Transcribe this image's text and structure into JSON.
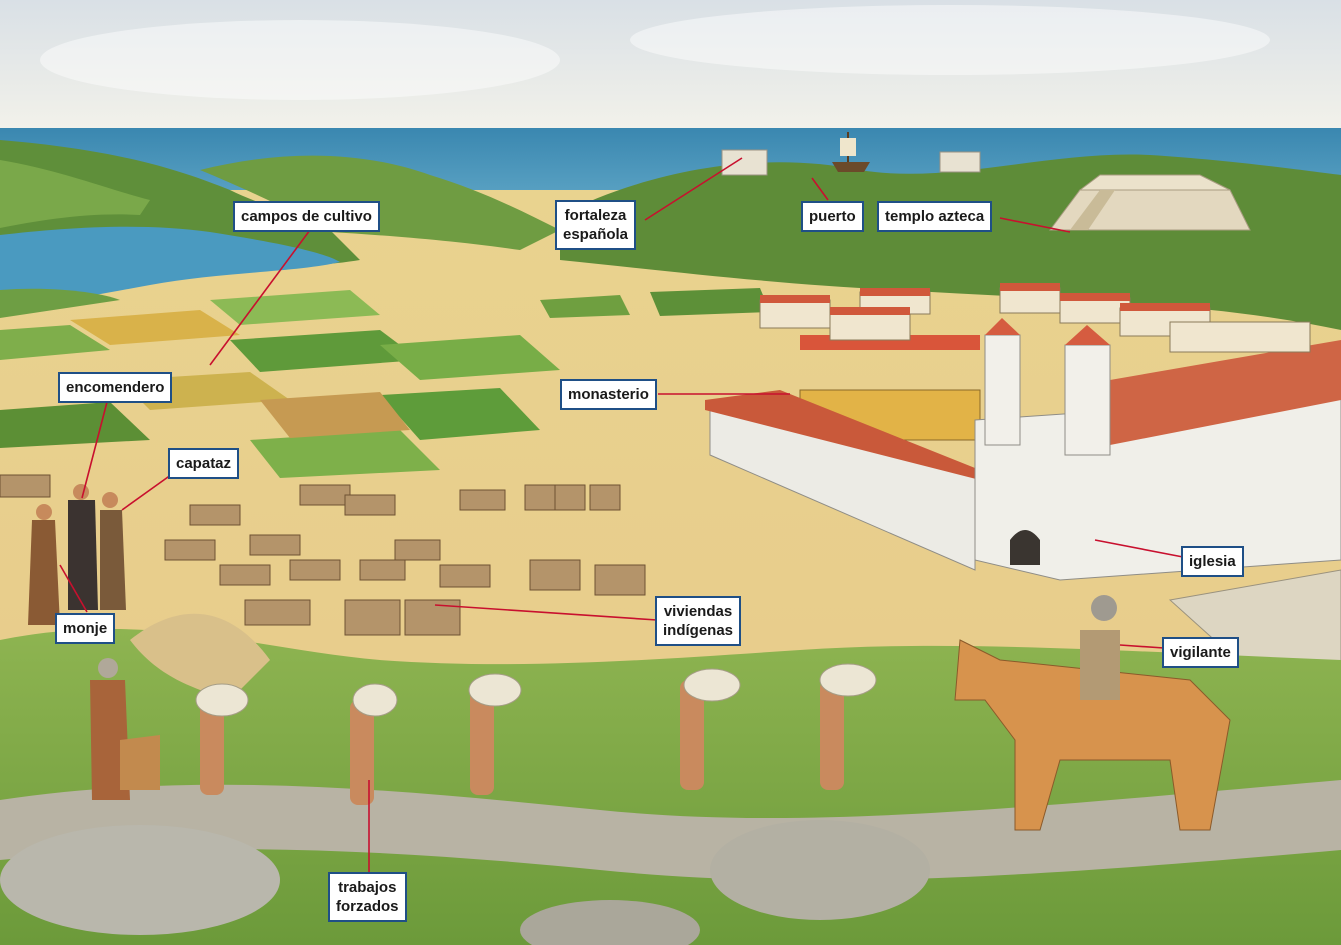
{
  "labels": {
    "campos": "campos de cultivo",
    "fortaleza_1": "fortaleza",
    "fortaleza_2": "española",
    "puerto": "puerto",
    "templo": "templo azteca",
    "encomendero": "encomendero",
    "monasterio": "monasterio",
    "capataz": "capataz",
    "iglesia": "iglesia",
    "viviendas_1": "viviendas",
    "viviendas_2": "indígenas",
    "vigilante": "vigilante",
    "monje": "monje",
    "trabajos_1": "trabajos",
    "trabajos_2": "forzados"
  },
  "colors": {
    "leader_line": "#c8102e",
    "label_border": "#1f4f86",
    "sea": "#3b8fb8",
    "sky": "#e6ecf0"
  }
}
